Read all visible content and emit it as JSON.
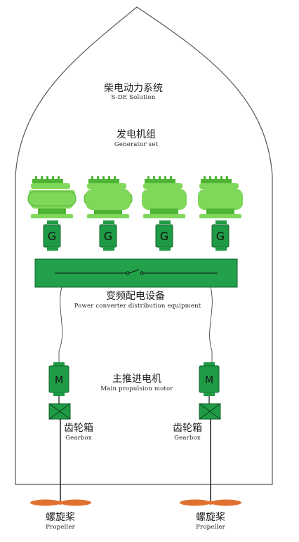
{
  "system": {
    "title_cn": "柴电动力系统",
    "title_en": "S-DE Solution"
  },
  "generator_set": {
    "title_cn": "发电机组",
    "title_en": "Generator set"
  },
  "generator_letter": "G",
  "converter": {
    "title_cn": "变频配电设备",
    "title_en": "Power converter distribution equipment"
  },
  "motor": {
    "letter": "M",
    "title_cn": "主推进电机",
    "title_en": "Main propulsion motor"
  },
  "gearbox": {
    "title_cn": "齿轮箱",
    "title_en": "Gearbox"
  },
  "propeller": {
    "title_cn": "螺旋桨",
    "title_en": "Propeller"
  },
  "colors": {
    "engine_light": "#7fd85a",
    "engine_dark": "#4fb435",
    "component_green": "#1f9b45",
    "panel_green": "#22a04a",
    "propeller_orange": "#e0712f",
    "hull_line": "#555555"
  }
}
